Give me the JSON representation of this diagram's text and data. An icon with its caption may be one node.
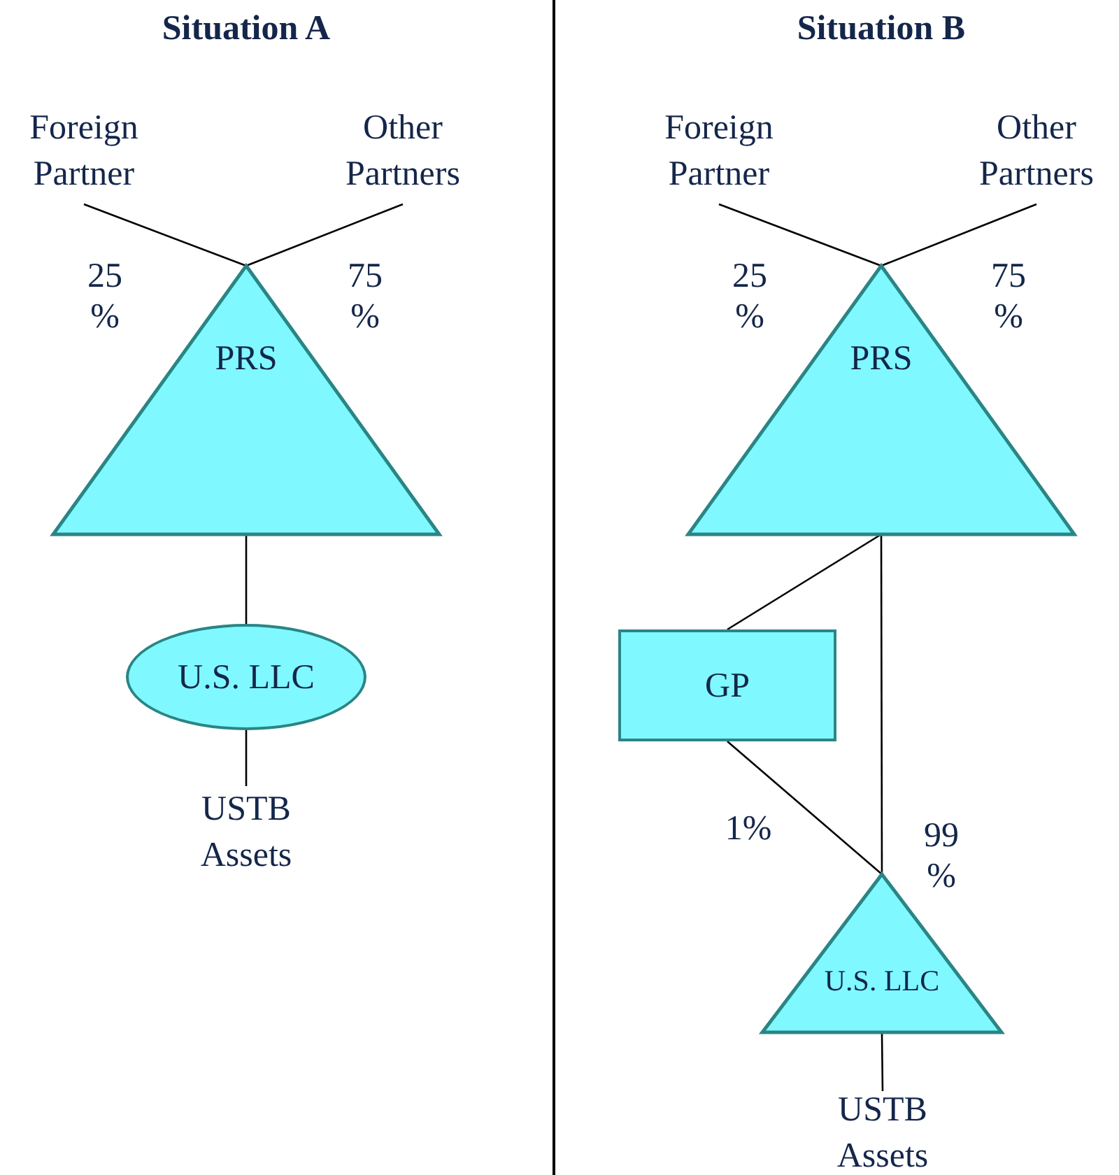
{
  "diagram": {
    "nodes": [
      {
        "text": [
          "Foreign Partner"
        ]
      },
      {
        "text": [
          "Other Partners"
        ]
      },
      {
        "text": [
          "PRS"
        ]
      },
      {
        "text": [
          "U.S. LLC"
        ]
      },
      {
        "text": [
          "USTB Assets"
        ]
      },
      {
        "text": [
          "Foreign Partner"
        ]
      },
      {
        "text": [
          "Other Partners"
        ]
      },
      {
        "text": [
          "PRS"
        ]
      },
      {
        "text": [
          "GP"
        ]
      },
      {
        "text": [
          "U.S. LLC"
        ]
      },
      {
        "text": [
          "USTB Assets"
        ]
      }
    ],
    "edges": [
      {
        "from": 0,
        "to": 2,
        "arrow": "none"
      },
      {
        "from": 1,
        "to": 2,
        "arrow": "none"
      },
      {
        "from": 2,
        "to": 3,
        "arrow": "none"
      },
      {
        "from": 3,
        "to": 4,
        "arrow": "none"
      },
      {
        "from": 5,
        "to": 7,
        "arrow": "none"
      },
      {
        "from": 6,
        "to": 7,
        "arrow": "none"
      },
      {
        "from": 7,
        "to": 8,
        "arrow": "none"
      },
      {
        "from": 7,
        "to": 9,
        "arrow": "none"
      },
      {
        "from": 8,
        "to": 9,
        "arrow": "none"
      },
      {
        "from": 9,
        "to": 10,
        "arrow": "none"
      }
    ],
    "labels": [
      "Situation A",
      "25 %",
      "75 %",
      "Situation B",
      "25 %",
      "75 %",
      "1%",
      "99 %"
    ]
  }
}
